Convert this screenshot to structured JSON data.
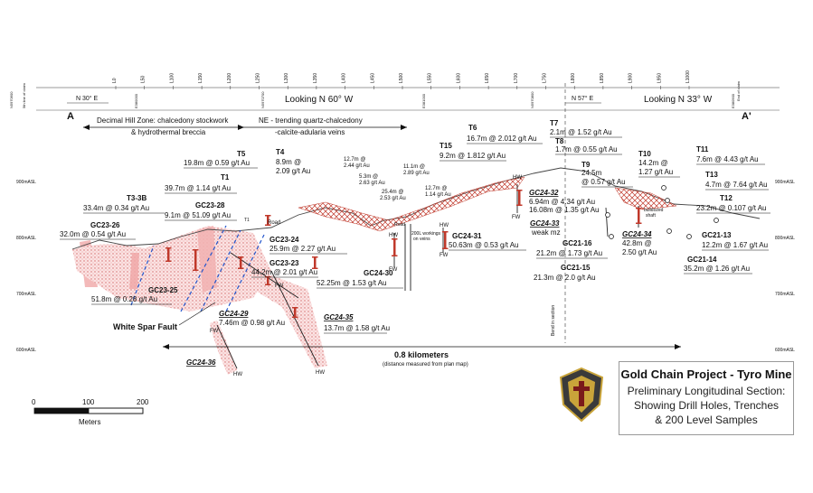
{
  "header": {
    "section_a": "A",
    "section_a_prime": "A'",
    "looking_1": "Looking N 60° W",
    "looking_2": "Looking N 33° W",
    "bearing_1": "N 30° E",
    "bearing_2": "N 57° E",
    "zone_1_line1": "Decimal Hill Zone: chalcedony stockwork",
    "zone_1_line2": "& hydrothermal breccia",
    "zone_2_line1": "NE - trending quartz-chalcedony",
    "zone_2_line2": "-calcite-adularia veins",
    "end_line_left": "5th line of claim",
    "end_line_right": "End of claim"
  },
  "stations": [
    "L0",
    "L50",
    "L100",
    "L150",
    "L200",
    "L250",
    "L300",
    "L350",
    "L400",
    "L450",
    "L500",
    "L550",
    "L600",
    "L650",
    "L700",
    "L750",
    "L800",
    "L850",
    "L900",
    "L950",
    "L1000"
  ],
  "station_extra": [
    "N5970600",
    "E380000",
    "N5970700",
    "E381000",
    "N5970800",
    "E380900"
  ],
  "elevations": {
    "left": [
      "900mASL",
      "800mASL",
      "700mASL",
      "600mASL"
    ],
    "right": [
      "900mASL",
      "800mASL",
      "700mASL",
      "600mASL"
    ]
  },
  "trenches": [
    {
      "id": "T3-3B",
      "value": "33.4m @ 0.34 g/t Au"
    },
    {
      "id": "T1",
      "value": "39.7m @ 1.14 g/t Au"
    },
    {
      "id": "T5",
      "value": "19.8m @ 0.59 g/t Au"
    },
    {
      "id": "T4",
      "value": "8.9m @",
      "value2": "2.09 g/t Au"
    },
    {
      "id": "T6",
      "value": "16.7m @ 2.012 g/t Au"
    },
    {
      "id": "T15",
      "value": "9.2m @ 1.812 g/t Au"
    },
    {
      "id": "T7",
      "value": "2.1m @ 1.52 g/t Au"
    },
    {
      "id": "T8",
      "value": "1.7m @ 0.55 g/t Au"
    },
    {
      "id": "T9",
      "value": "24.5m",
      "value2": "@ 0.57 g/t Au"
    },
    {
      "id": "T10",
      "value": "14.2m @",
      "value2": "1.27 g/t Au"
    },
    {
      "id": "T11",
      "value": "7.6m @ 4.43 g/t Au"
    },
    {
      "id": "T13",
      "value": "4.7m @ 7.64 g/t Au"
    },
    {
      "id": "T12",
      "value": "23.2m @ 0.107 g/t Au"
    }
  ],
  "holes": [
    {
      "id": "GC23-26",
      "value": "32.0m @ 0.54 g/t Au"
    },
    {
      "id": "GC23-28",
      "value": "9.1m @ 51.09 g/t Au"
    },
    {
      "id": "GC23-25",
      "value": "51.8m @ 0.28 g/t Au"
    },
    {
      "id": "GC23-24",
      "value": "25.9m @ 2.27 g/t Au"
    },
    {
      "id": "GC23-23",
      "value": "44.2m @ 2.01 g/t Au"
    },
    {
      "id": "GC24-29",
      "value": "7.46m @ 0.98 g/t Au"
    },
    {
      "id": "GC24-35",
      "value": "13.7m @ 1.58 g/t Au"
    },
    {
      "id": "GC24-36",
      "value": ""
    },
    {
      "id": "GC24-30",
      "value": "52.25m @ 1.53 g/t Au"
    },
    {
      "id": "GC24-31",
      "value": "50.63m @ 0.53 g/t Au"
    },
    {
      "id": "GC24-32",
      "value": "6.94m @ 4.34 g/t Au",
      "value2": "16.08m @ 1.35 g/t Au"
    },
    {
      "id": "GC24-33",
      "value": "weak mz"
    },
    {
      "id": "GC21-16",
      "value": "21.2m @ 1.73 g/t Au"
    },
    {
      "id": "GC21-15",
      "value": "21.3m @ 2.0 g/t Au"
    },
    {
      "id": "GC24-34",
      "value": "42.8m @",
      "value2": "2.50 g/t Au"
    },
    {
      "id": "GC21-13",
      "value": "12.2m @ 1.67 g/t Au"
    },
    {
      "id": "GC21-14",
      "value": "35.2m @ 1.26 g/t Au"
    }
  ],
  "level_samples": [
    {
      "value": "12.7m @",
      "value2": "2.44 g/t Au"
    },
    {
      "value": "5.3m @",
      "value2": "2.63 g/t Au"
    },
    {
      "value": "25.4m @",
      "value2": "2.53 g/t Au"
    },
    {
      "value": "11.1m @",
      "value2": "2.89 g/t Au"
    },
    {
      "value": "12.7m @",
      "value2": "1.14 g/t Au"
    }
  ],
  "annotations": {
    "fault": "White Spar Fault",
    "road": "Road",
    "road2": "Road",
    "workings": "200L workings",
    "workings2": "on veins",
    "fw": "FW",
    "hw": "HW",
    "bend": "Bend in section",
    "t1_small": "T1",
    "bulldozed": "bulldozed",
    "bulldozed2": "shaft",
    "distance_main": "0.8 kilometers",
    "distance_sub": "(distance measured from plan map)"
  },
  "scale_bar": {
    "ticks": [
      "0",
      "100",
      "200"
    ],
    "unit": "Meters"
  },
  "title_block": {
    "title": "Gold Chain Project - Tyro Mine",
    "line1": "Preliminary Longitudinal Section:",
    "line2": "Showing Drill Holes, Trenches",
    "line3": "& 200 Level Samples"
  },
  "colors": {
    "accent": "#c0392b",
    "zone": "#e8a0a0",
    "fault": "#2255cc"
  }
}
